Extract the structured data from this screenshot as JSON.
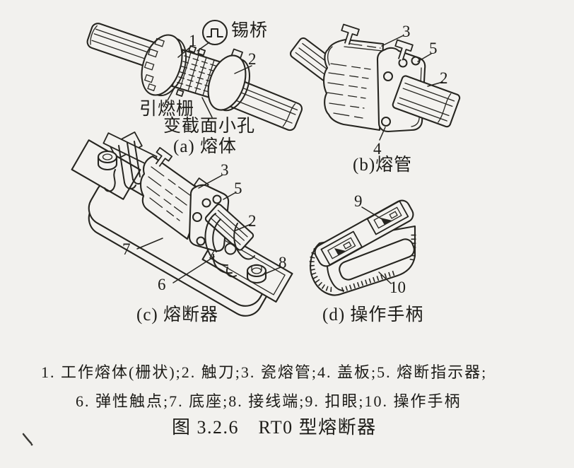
{
  "colors": {
    "paper": "#f2f1ee",
    "ink": "#262520"
  },
  "panel_a": {
    "caption": "(a) 熔体",
    "label_tin_bridge": "锡桥",
    "label_1": "1",
    "label_2": "2",
    "label_ignition_grid": "引燃栅",
    "label_small_holes": "变截面小孔"
  },
  "panel_b": {
    "caption": "(b)熔管",
    "label_3": "3",
    "label_5": "5",
    "label_2": "2",
    "label_4": "4"
  },
  "panel_c": {
    "caption": "(c) 熔断器",
    "label_3": "3",
    "label_5": "5",
    "label_2": "2",
    "label_7": "7",
    "label_6": "6",
    "label_8": "8"
  },
  "panel_d": {
    "caption": "(d) 操作手柄",
    "label_9": "9",
    "label_10": "10"
  },
  "legend": {
    "line1": "1. 工作熔体(栅状);2. 触刀;3. 瓷熔管;4. 盖板;5. 熔断指示器;",
    "line2": "6. 弹性触点;7. 底座;8. 接线端;9. 扣眼;10. 操作手柄"
  },
  "figure_caption": "图 3.2.6　RT0 型熔断器"
}
